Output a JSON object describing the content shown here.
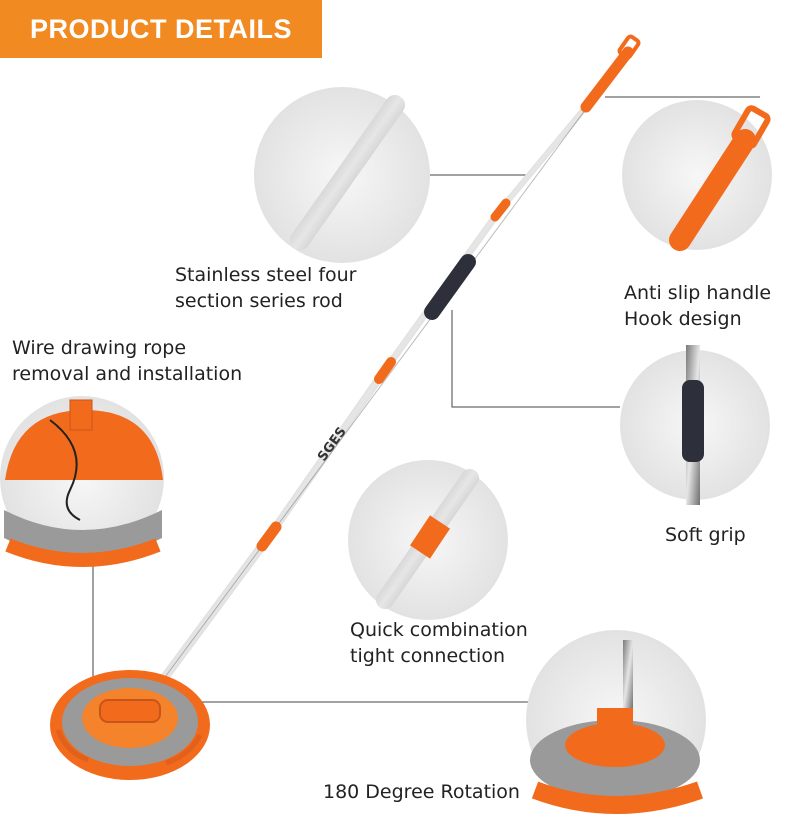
{
  "banner": {
    "title": "PRODUCT DETAILS"
  },
  "features": {
    "rod": {
      "line1": "Stainless steel four",
      "line2": "section series rod"
    },
    "hook": {
      "line1": "Anti slip handle",
      "line2": "Hook design"
    },
    "rope": {
      "line1": "Wire drawing rope",
      "line2": "removal and installation"
    },
    "grip": {
      "line1": "Soft grip"
    },
    "combo": {
      "line1": "Quick combination",
      "line2": "tight connection"
    },
    "rotation": {
      "line1": "180 Degree Rotation"
    }
  },
  "product": {
    "brand": "SGES"
  },
  "colors": {
    "accent": "#f28a22",
    "orange_part": "#f26b1d",
    "steel": "#b8b8b8",
    "grip": "#2d2f3a",
    "pad_gray": "#9a9a9a",
    "circle_bg": "#eeeeee"
  },
  "icons": [
    "telescopic-pole-image",
    "mop-head-image",
    "detail-circle-image"
  ]
}
